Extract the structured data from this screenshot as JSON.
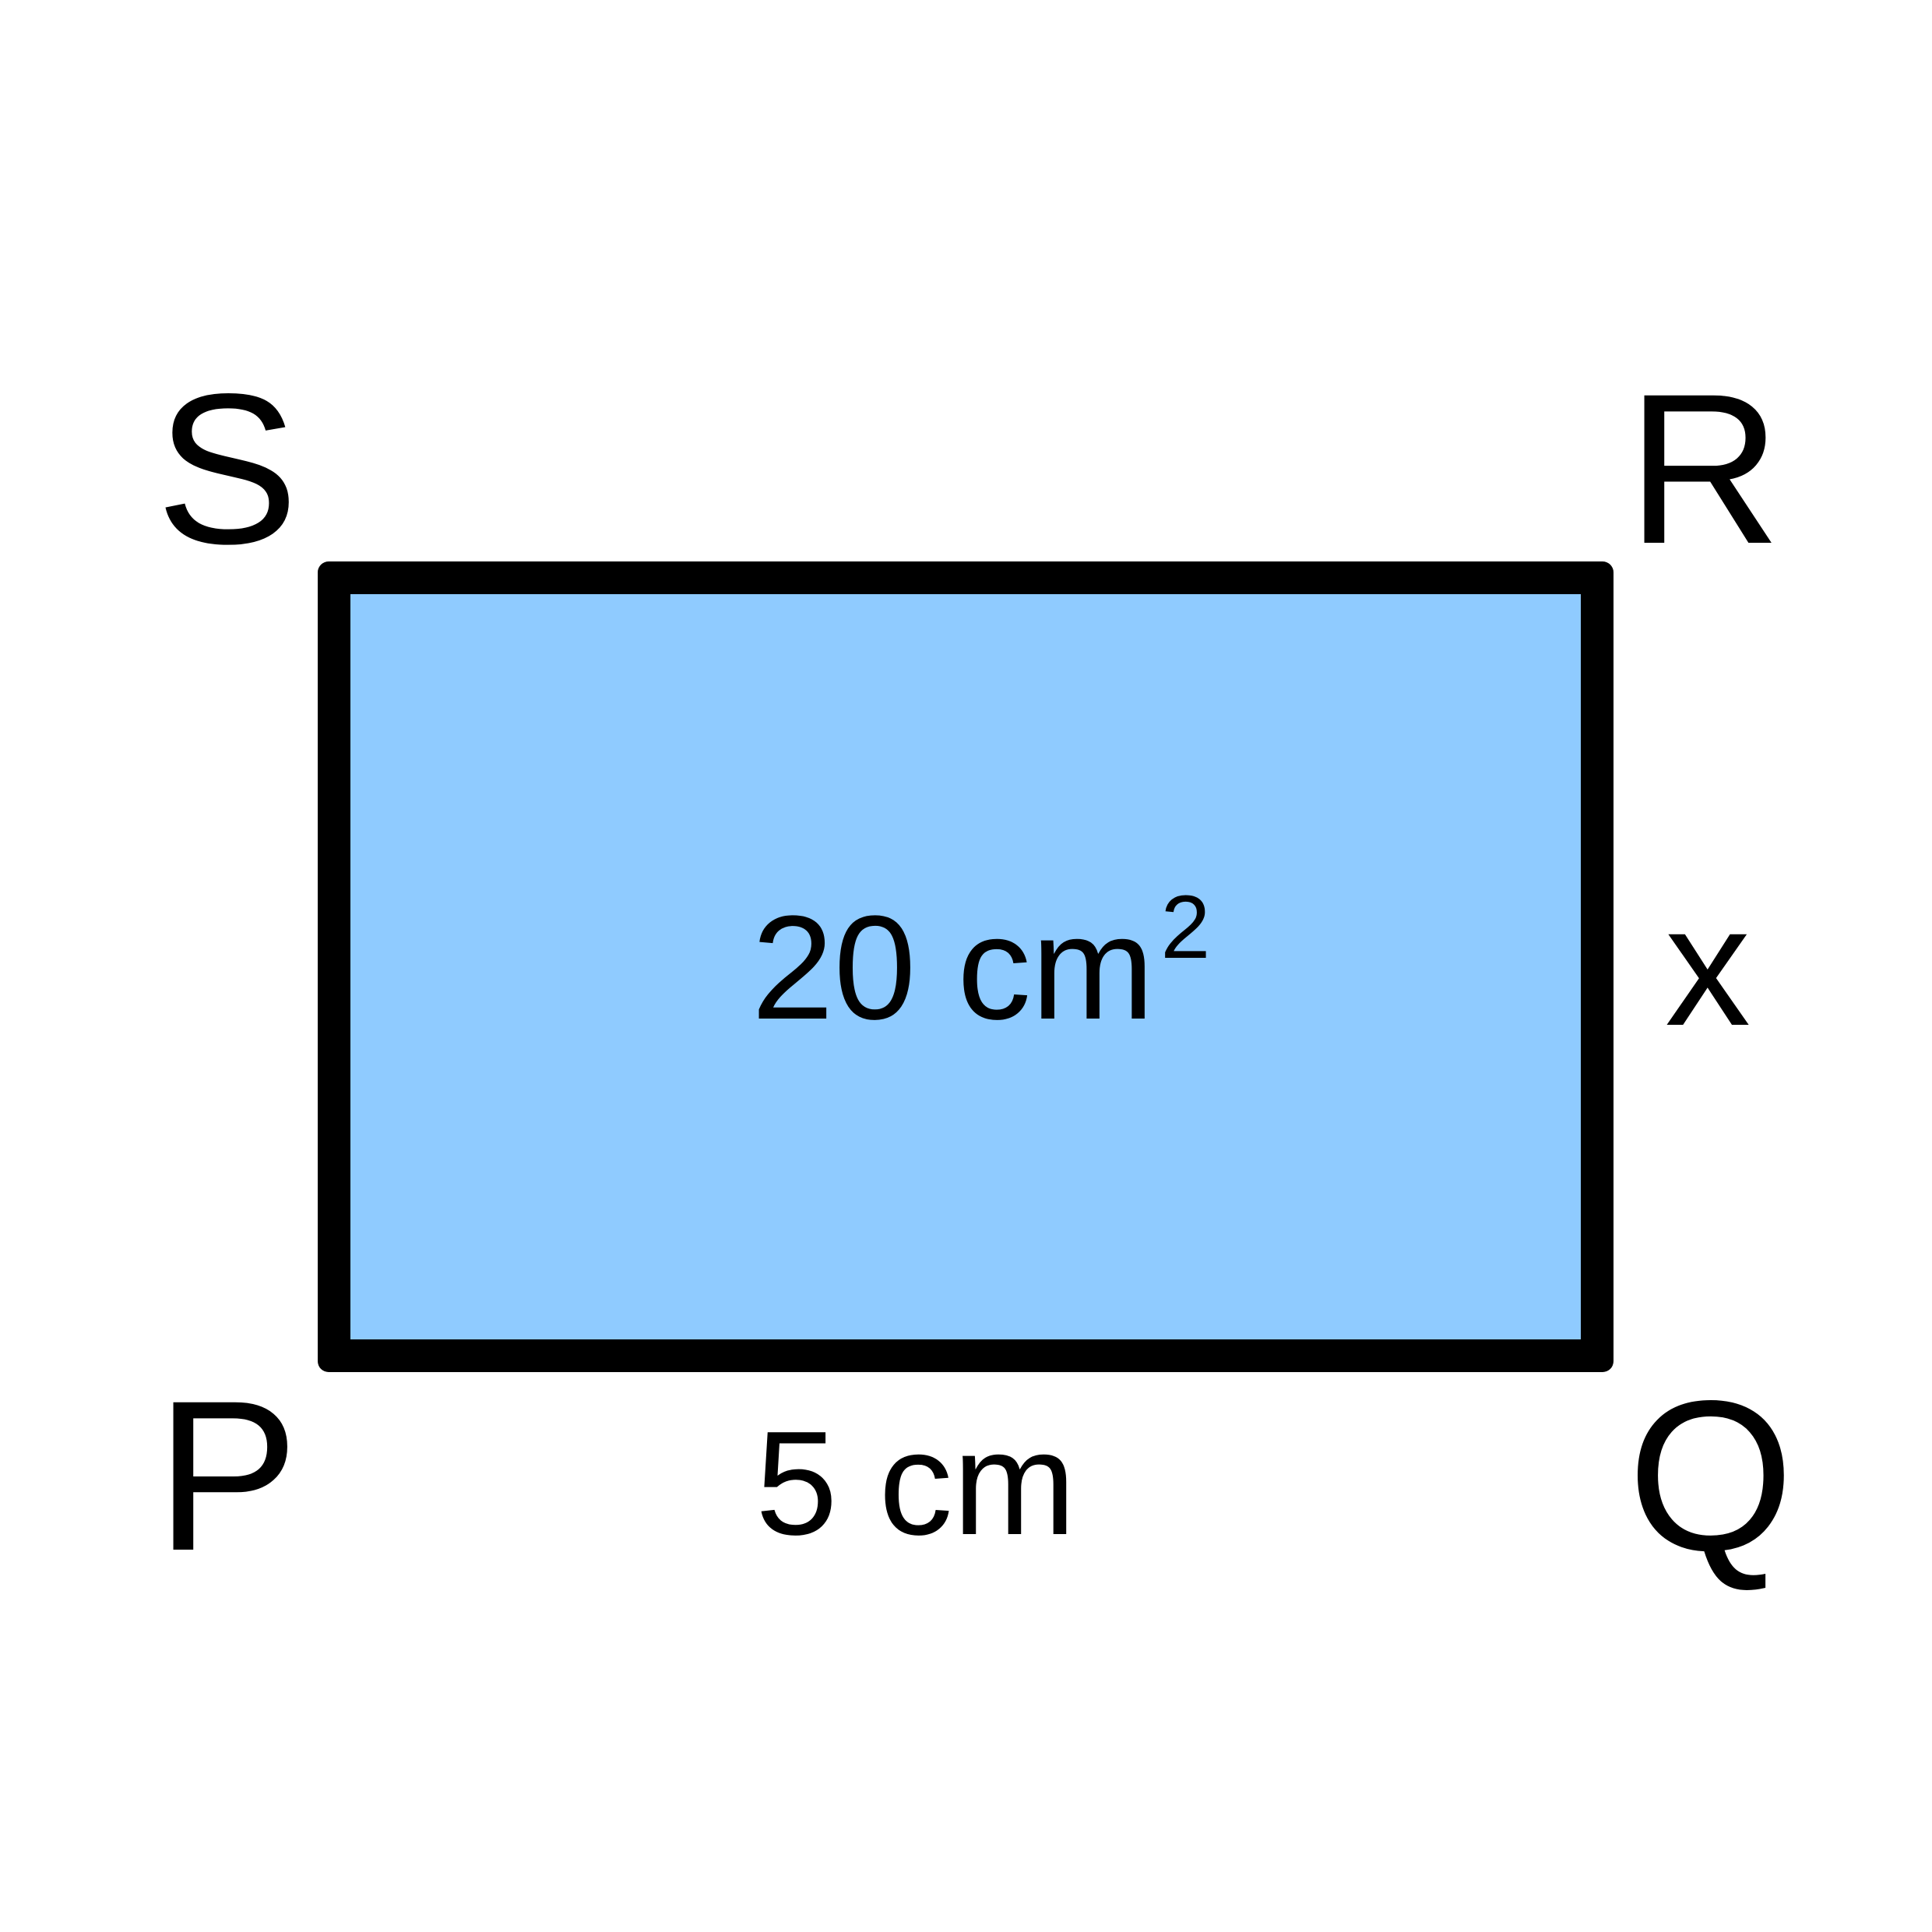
{
  "diagram": {
    "fill_color": "#8fcbff",
    "stroke_color": "#000000",
    "vertices": {
      "top_left": "S",
      "top_right": "R",
      "bottom_left": "P",
      "bottom_right": "Q"
    },
    "area_label": {
      "value": "20 cm",
      "superscript": "2"
    },
    "base_label": "5 cm",
    "height_label": "x"
  }
}
